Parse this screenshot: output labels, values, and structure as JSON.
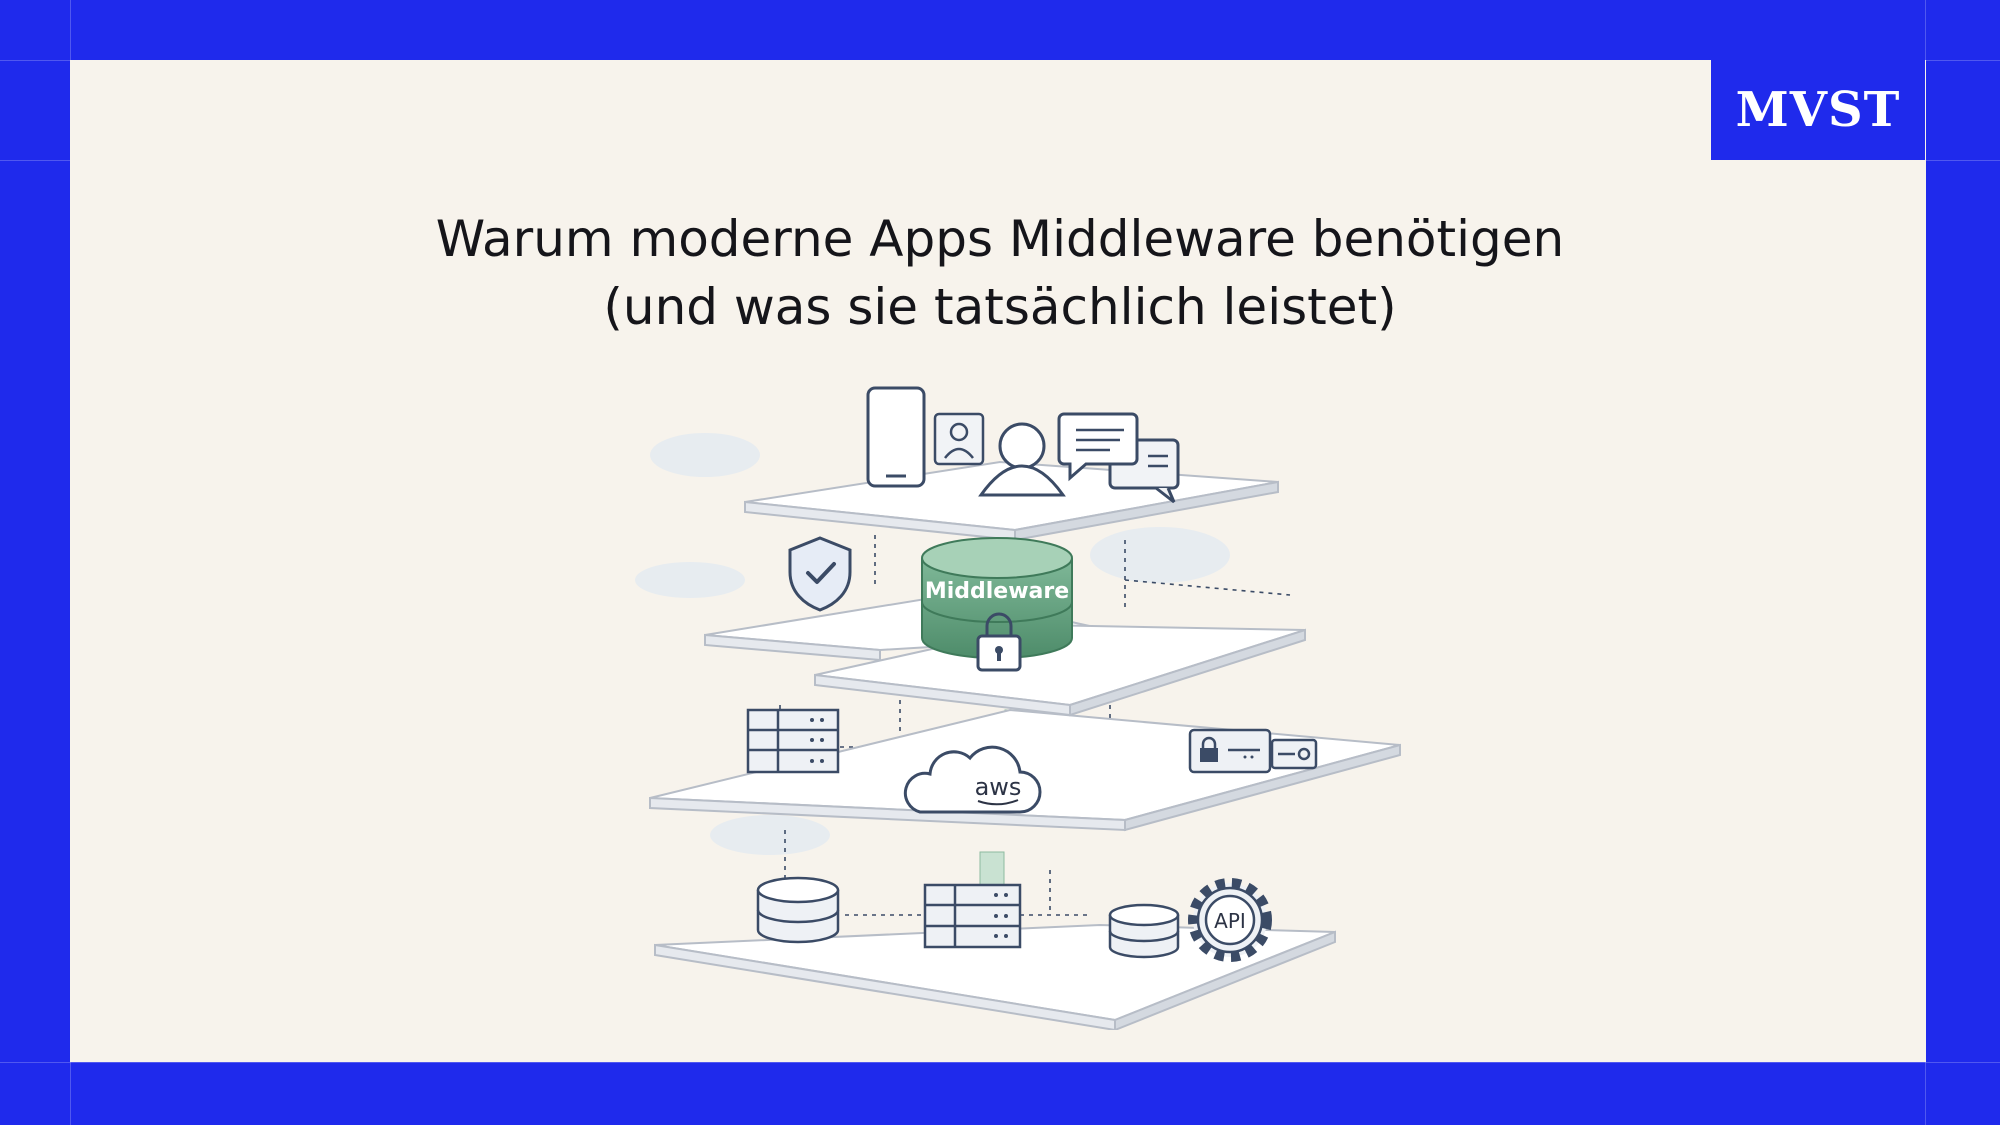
{
  "brand": {
    "logo_text": "MVST"
  },
  "headline": {
    "line1": "Warum moderne Apps Middleware benötigen",
    "line2": "(und was sie tatsächlich leistet)"
  },
  "illustration": {
    "middleware_label": "Middleware",
    "cloud_label": "aws",
    "api_label": "API",
    "accent_color": "#5f9f7c"
  },
  "colors": {
    "frame": "#1f2aec",
    "card": "#f7f3ec",
    "ink": "#15151a"
  }
}
